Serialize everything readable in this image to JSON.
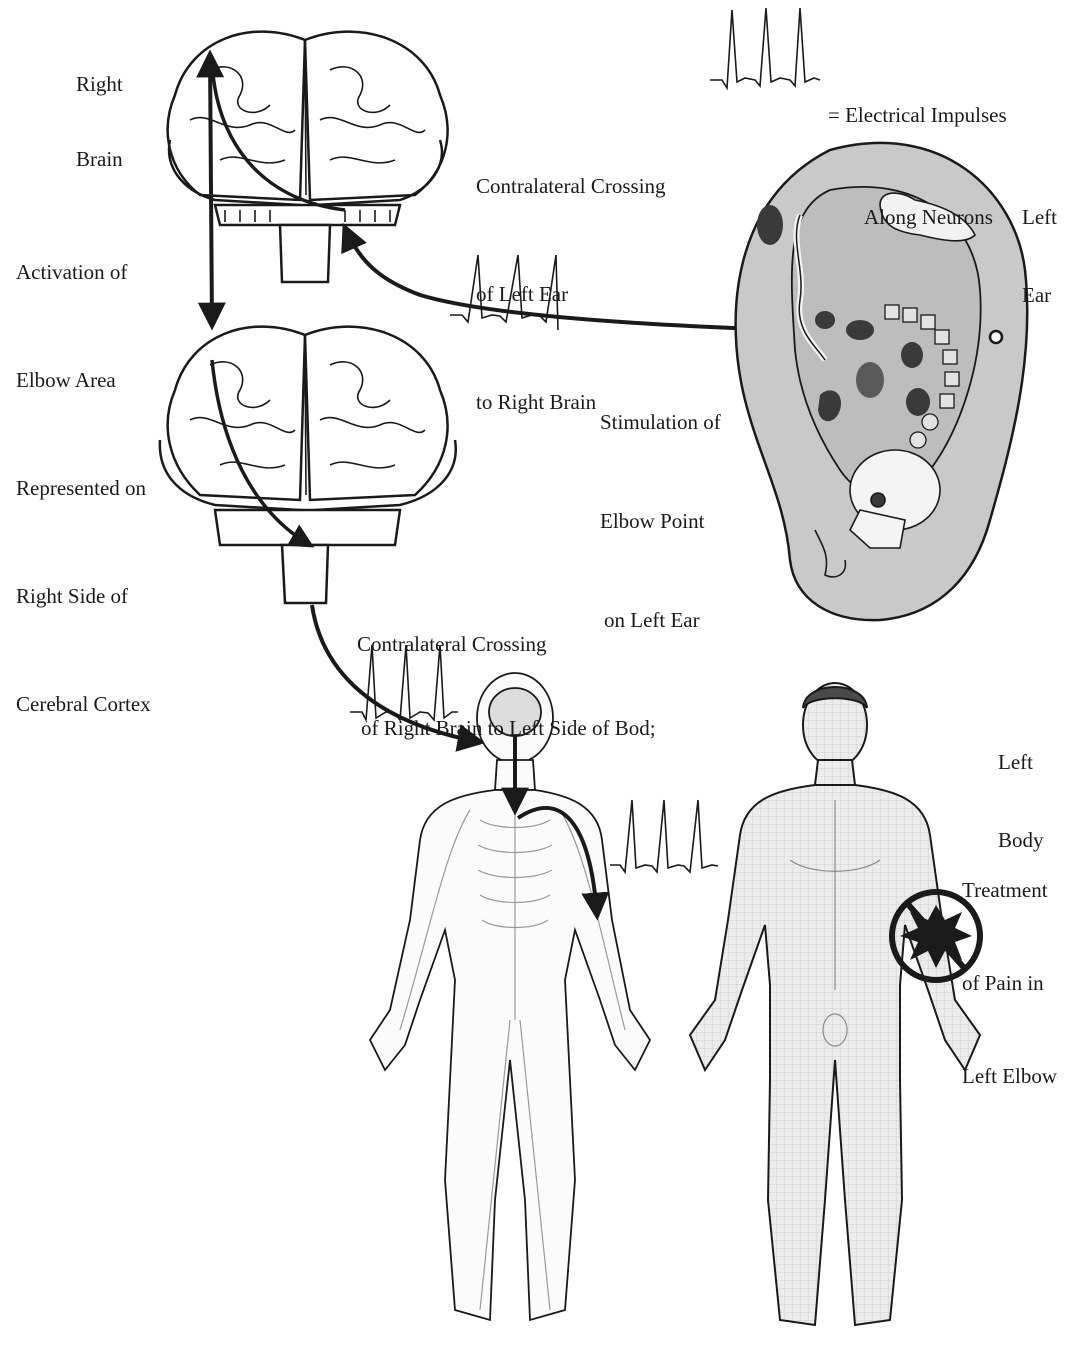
{
  "labels": {
    "right_brain": [
      "Right",
      "Brain"
    ],
    "legend": [
      "= Electrical Impulses",
      "Along Neurons"
    ],
    "crossing_ear_brain": [
      "Contralateral Crossing",
      "of Left Ear",
      "to Right Brain"
    ],
    "left_ear": [
      "Left",
      "Ear"
    ],
    "activation": [
      "Activation of",
      "Elbow Area",
      "Represented on",
      "Right Side of",
      "Cerebral Cortex"
    ],
    "stimulation": [
      "Stimulation of",
      "Elbow Point",
      "on Left Ear"
    ],
    "crossing_brain_body": [
      "Contralateral Crossing",
      "of Right Brain to Left Side of Bod;"
    ],
    "left_body": [
      "Left",
      "Body"
    ],
    "treatment": [
      "Treatment",
      "of Pain in",
      "Left Elbow"
    ]
  },
  "colors": {
    "ink": "#1a1a1a",
    "ear_fill": "#c9c9c9",
    "body_fill": "#e6e6e6",
    "dark_region": "#3a3a3a"
  }
}
